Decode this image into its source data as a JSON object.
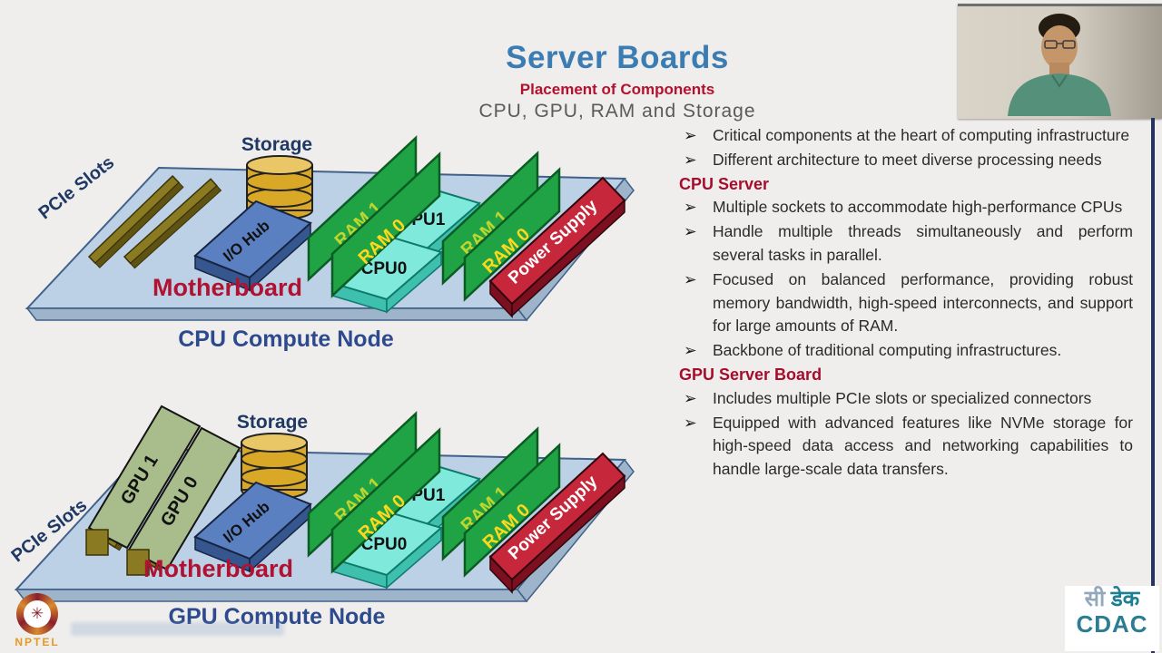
{
  "slide": {
    "title": "Server Boards",
    "subtitle": "Placement of Components",
    "tagline": "CPU, GPU, RAM and Storage"
  },
  "bullet_char": "➢",
  "intro_bullets": [
    "Critical components at the heart of computing infrastructure",
    "Different architecture to meet diverse processing needs"
  ],
  "cpu_server": {
    "header": "CPU Server",
    "bullets": [
      "Multiple sockets to accommodate high-performance CPUs",
      "Handle multiple threads simultaneously and perform several tasks in parallel.",
      "Focused on balanced performance, providing robust memory bandwidth, high-speed interconnects, and support for large amounts of RAM.",
      "Backbone of traditional computing infrastructures."
    ]
  },
  "gpu_server": {
    "header": "GPU Server Board",
    "bullets": [
      "Includes multiple PCIe slots or specialized connectors",
      "Equipped with advanced features like NVMe storage for high-speed data access and networking capabilities to handle large-scale data transfers."
    ]
  },
  "diagram": {
    "pcie_slots": "PCIe Slots",
    "storage": "Storage",
    "io_hub": "I/O Hub",
    "ram1": "RAM 1",
    "ram0": "RAM 0",
    "cpu1": "CPU1",
    "cpu0": "CPU0",
    "power_supply": "Power Supply",
    "motherboard": "Motherboard",
    "gpu1": "GPU 1",
    "gpu0": "GPU 0",
    "cpu_caption": "CPU Compute Node",
    "gpu_caption": "GPU Compute Node"
  },
  "logos": {
    "nptel": "NPTEL",
    "nptel_star": "✳",
    "cdac_hindi_1": "सी",
    "cdac_hindi_2": "डेक",
    "cdac_en": "CDAC"
  },
  "colors": {
    "accent_blue": "#3b7cb3",
    "accent_red": "#b5102d",
    "navy": "#2e4a8e",
    "ram_green": "#1fa344",
    "cpu_cyan": "#7feadb",
    "power_red": "#c6273a",
    "board_blue": "#bcd0e6",
    "background": "#efeeec"
  }
}
